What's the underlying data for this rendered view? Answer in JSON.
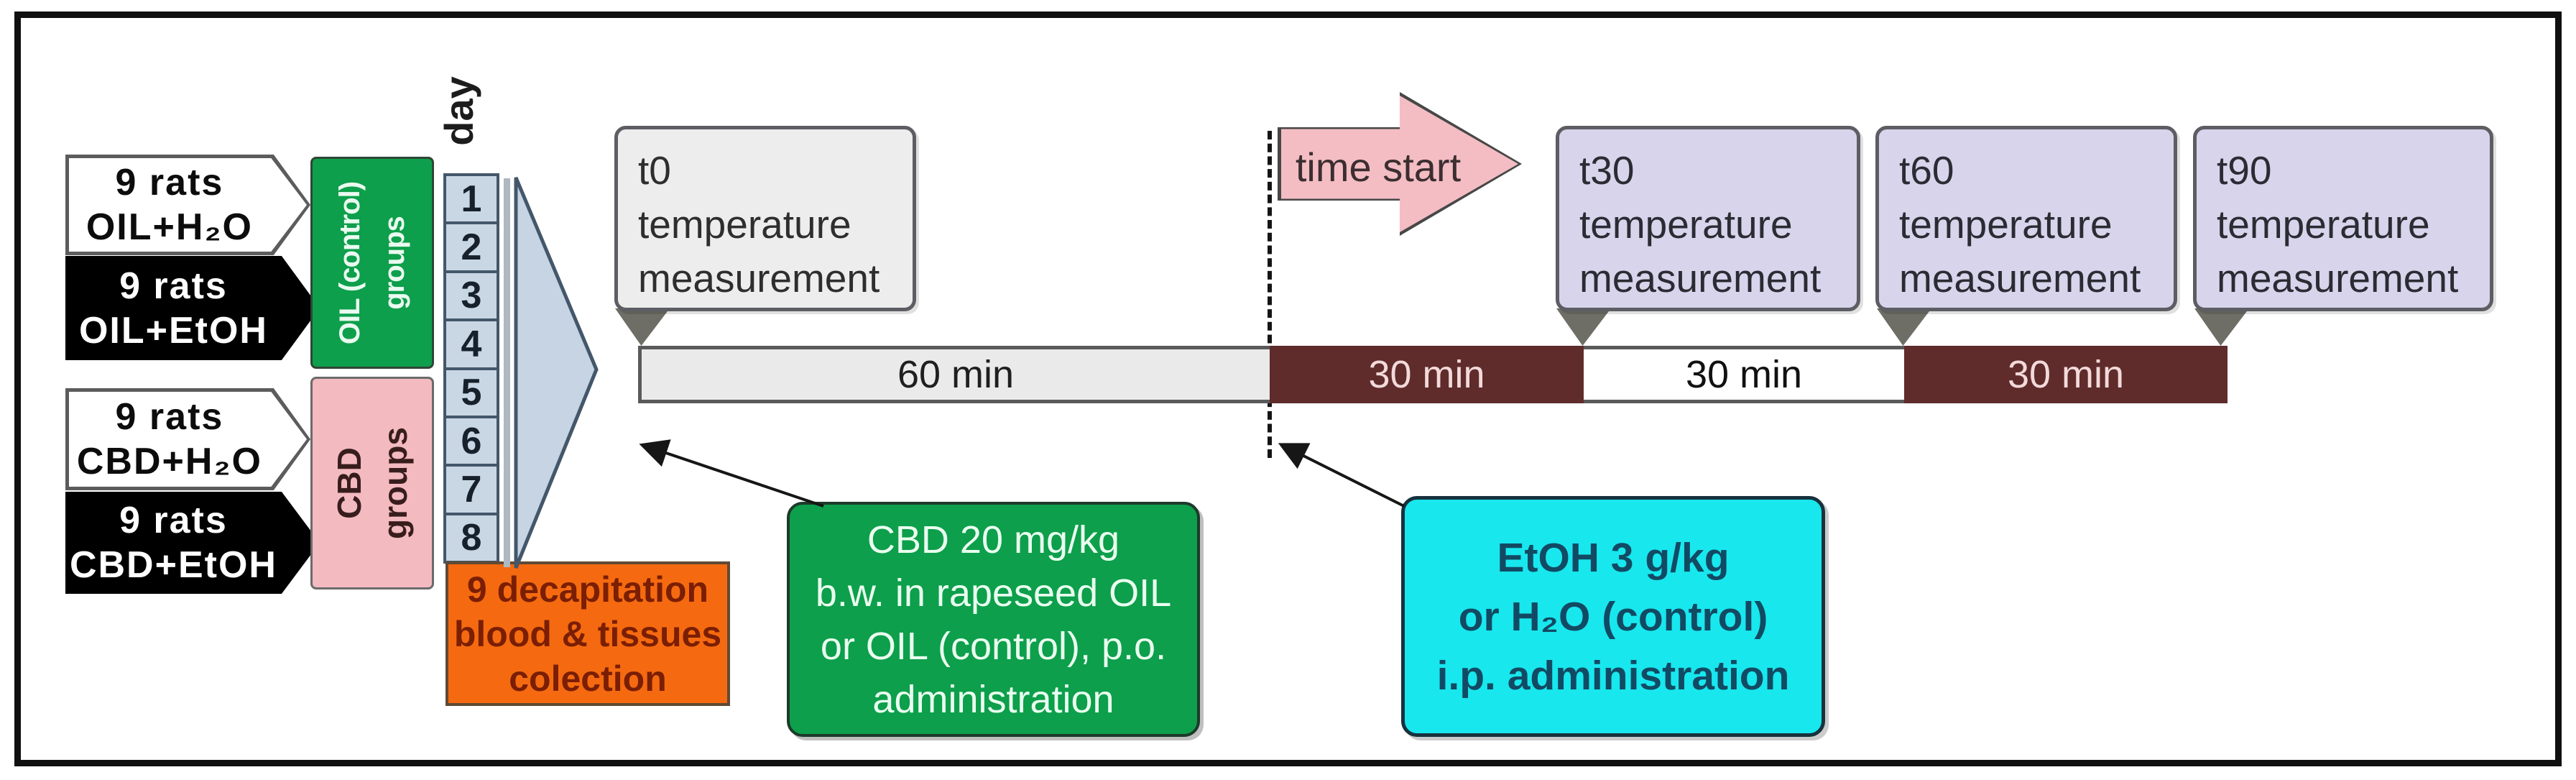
{
  "colors": {
    "frame": "#101010",
    "green": "#0d9f4b",
    "pink": "#f3bac0",
    "day_cell": "#c9d7e4",
    "triangle": "#c6d4e3",
    "lavender": "#d7d4eb",
    "gray_box": "#ededed",
    "maroon": "#5f2b2b",
    "orange": "#f56a10",
    "cyan": "#18e7ee",
    "arrow_pink": "#f3bdc3"
  },
  "cohorts": [
    {
      "line1": "9 rats",
      "line2": "OIL+H₂O"
    },
    {
      "line1": "9 rats",
      "line2": "OIL+EtOH"
    },
    {
      "line1": "9 rats",
      "line2": "CBD+H₂O"
    },
    {
      "line1": "9 rats",
      "line2": "CBD+EtOH"
    }
  ],
  "group_labels": {
    "oil": {
      "line1": "OIL (control)",
      "line2": "groups"
    },
    "cbd": {
      "line1": "CBD",
      "line2": "groups"
    }
  },
  "day": {
    "label": "day",
    "cells": [
      "1",
      "2",
      "3",
      "4",
      "5",
      "6",
      "7",
      "8"
    ]
  },
  "decapitation": {
    "line1": "9 decapitation",
    "line2": "blood & tissues",
    "line3": "colection"
  },
  "measurements": {
    "t0": {
      "line1": "t0",
      "line2": "temperature",
      "line3": "measurement"
    },
    "t30": {
      "line1": "t30",
      "line2": "temperature",
      "line3": "measurement"
    },
    "t60": {
      "line1": "t60",
      "line2": "temperature",
      "line3": "measurement"
    },
    "t90": {
      "line1": "t90",
      "line2": "temperature",
      "line3": "measurement"
    }
  },
  "timeline": {
    "segments": [
      "60 min",
      "30 min",
      "30 min",
      "30 min"
    ]
  },
  "time_start": {
    "label": "time start"
  },
  "cbd_admin": {
    "line1": "CBD 20 mg/kg",
    "line2": "b.w. in rapeseed OIL",
    "line3": "or OIL (control), p.o.",
    "line4": "administration"
  },
  "etoh_admin": {
    "line1": "EtOH 3 g/kg",
    "line2": "or H₂O (control)",
    "line3": "i.p. administration"
  }
}
